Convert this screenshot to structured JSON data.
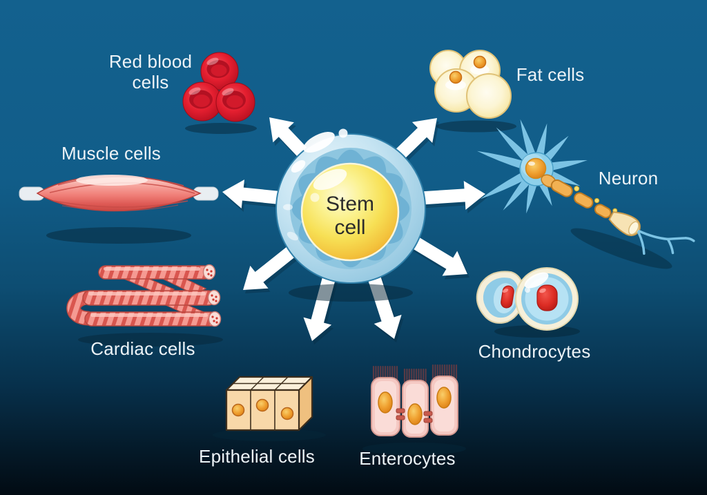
{
  "diagram": {
    "center_cell": {
      "label": "Stem cell"
    },
    "cells": [
      {
        "id": "red-blood-cells",
        "label": "Red blood cells"
      },
      {
        "id": "fat-cells",
        "label": "Fat cells"
      },
      {
        "id": "muscle-cells",
        "label": "Muscle cells"
      },
      {
        "id": "neuron",
        "label": "Neuron"
      },
      {
        "id": "cardiac-cells",
        "label": "Cardiac cells"
      },
      {
        "id": "chondrocytes",
        "label": "Chondrocytes"
      },
      {
        "id": "epithelial-cells",
        "label": "Epithelial cells"
      },
      {
        "id": "enterocytes",
        "label": "Enterocytes"
      }
    ],
    "colors": {
      "background_top": "#13618e",
      "background_bottom": "#020b13",
      "label_text": "#edf3f7",
      "arrow": "#ffffff",
      "stem_membrane": "#8ec6e0",
      "stem_nucleus": "#f6dd4e",
      "red_blood_cell": "#e51f30",
      "fat_cell": "#fcf5d4",
      "muscle": "#f07f78",
      "neuron_body": "#8ed0ea",
      "neuron_axon": "#f2b152",
      "cardiac": "#f59a92",
      "chondrocyte_cytoplasm": "#b6e2f4",
      "chondrocyte_nucleus": "#dc2c24",
      "epithelial": "#f8d8a9",
      "enterocyte": "#f5c9c3",
      "nucleus_orange": "#f0a232"
    }
  }
}
